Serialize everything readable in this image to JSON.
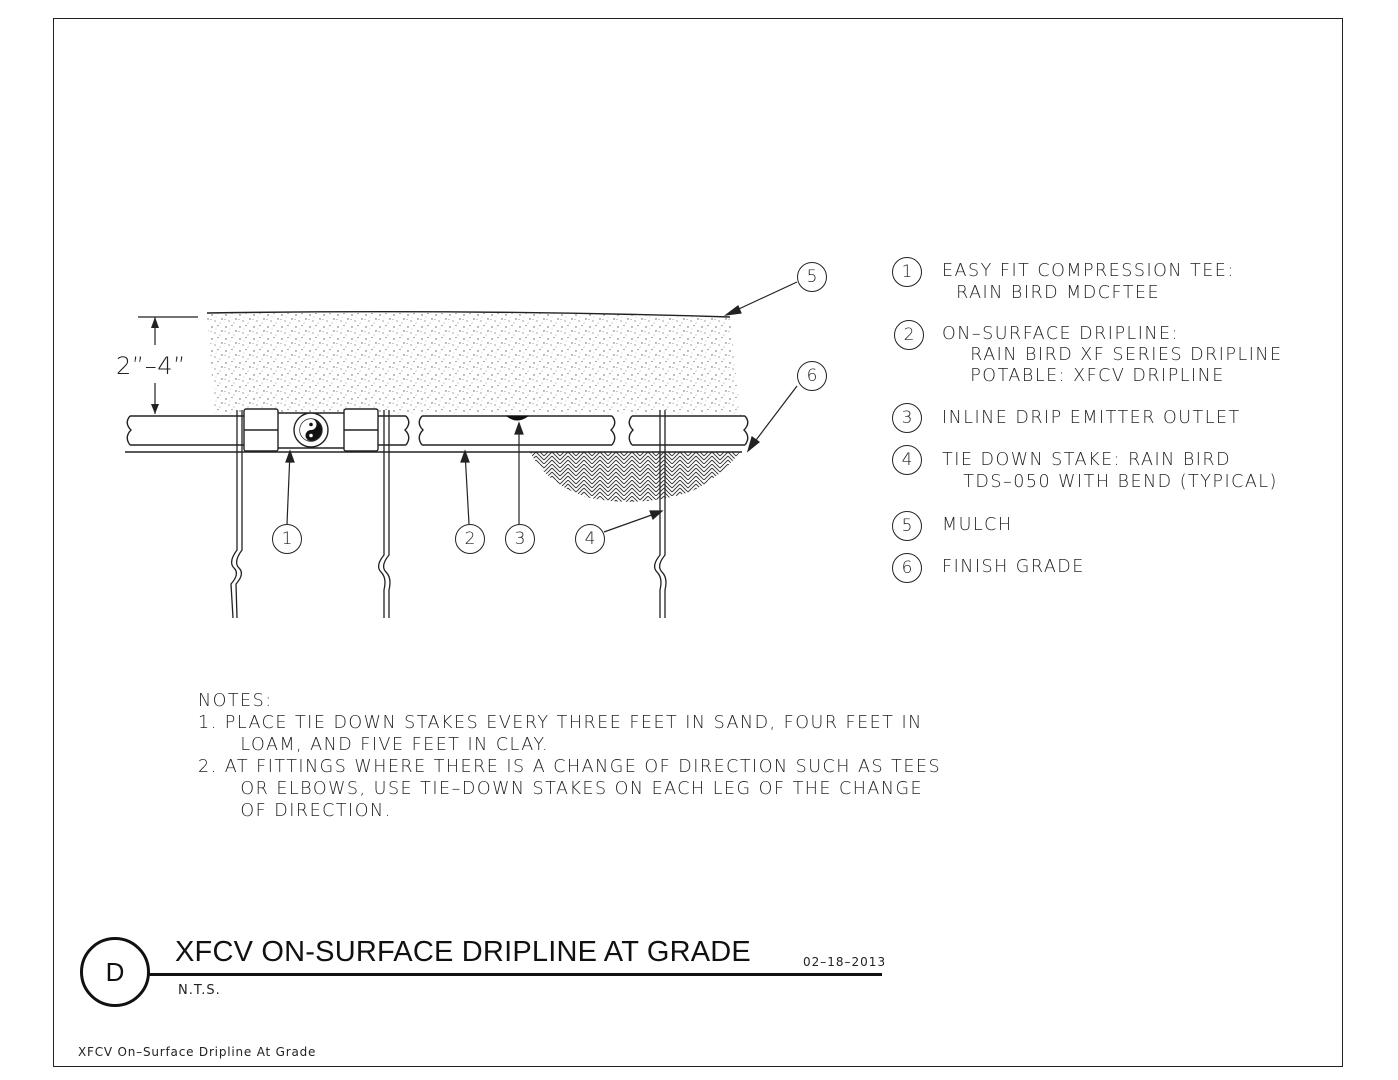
{
  "drawing": {
    "dimension_label": "2”–4”",
    "callouts": [
      "1",
      "2",
      "3",
      "4",
      "5",
      "6"
    ]
  },
  "legend": [
    {
      "num": "1",
      "lines": [
        "EASY FIT COMPRESSION TEE:",
        "  RAIN BIRD MDCFTEE"
      ]
    },
    {
      "num": "2",
      "lines": [
        "ON–SURFACE DRIPLINE:",
        "    RAIN BIRD XF SERIES DRIPLINE",
        "    POTABLE: XFCV DRIPLINE"
      ]
    },
    {
      "num": "3",
      "lines": [
        "INLINE DRIP EMITTER OUTLET"
      ]
    },
    {
      "num": "4",
      "lines": [
        "TIE DOWN STAKE: RAIN BIRD",
        "   TDS–050 WITH BEND (TYPICAL)"
      ]
    },
    {
      "num": "5",
      "lines": [
        "MULCH"
      ]
    },
    {
      "num": "6",
      "lines": [
        "FINISH GRADE"
      ]
    }
  ],
  "notes": {
    "heading": "NOTES:",
    "lines": [
      "1. PLACE TIE DOWN STAKES EVERY THREE FEET IN SAND, FOUR FEET IN",
      "      LOAM, AND FIVE FEET IN CLAY.",
      "2. AT FITTINGS WHERE THERE IS A CHANGE OF DIRECTION SUCH AS TEES",
      "      OR ELBOWS, USE TIE–DOWN STAKES ON EACH LEG OF THE CHANGE",
      "      OF DIRECTION."
    ]
  },
  "title_block": {
    "detail_letter": "D",
    "title": "XFCV ON-SURFACE DRIPLINE AT GRADE",
    "date": "02–18–2013",
    "scale": "N.T.S."
  },
  "footer": "XFCV On–Surface Dripline At Grade"
}
